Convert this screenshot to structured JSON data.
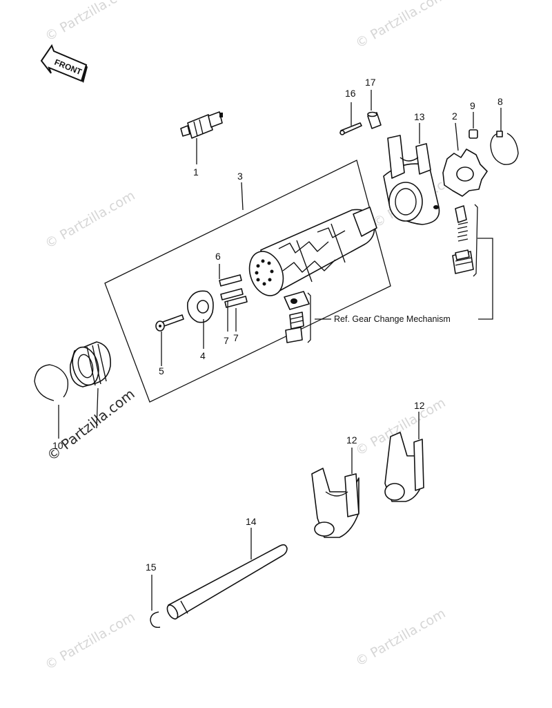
{
  "front_label": "FRONT",
  "reference_text": "Ref. Gear Change Mechanism",
  "watermark": "© Partzilla.com",
  "callouts": {
    "n1": "1",
    "n2": "2",
    "n3": "3",
    "n4": "4",
    "n5": "5",
    "n6": "6",
    "n7a": "7",
    "n7b": "7",
    "n8": "8",
    "n9": "9",
    "n10": "10",
    "n12a": "12",
    "n12b": "12",
    "n13": "13",
    "n14": "14",
    "n15": "15",
    "n16": "16",
    "n17": "17"
  }
}
